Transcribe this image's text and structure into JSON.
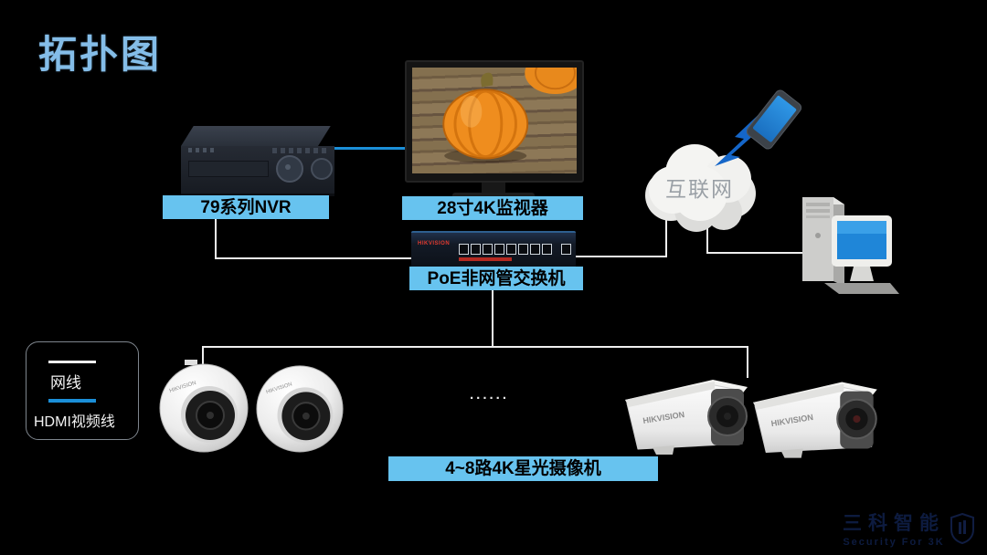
{
  "title": "拓扑图",
  "labels": {
    "nvr": "79系列NVR",
    "monitor": "28寸4K监视器",
    "switch": "PoE非网管交换机",
    "cameras": "4~8路4K星光摄像机"
  },
  "cloud": {
    "label": "互联网"
  },
  "legend": {
    "network_cable": "网线",
    "hdmi_cable": "HDMI视频线"
  },
  "brand": "HIKVISION",
  "ellipsis": "......",
  "watermark": {
    "line1": "三科智能",
    "line2": "Security For 3K"
  },
  "colors": {
    "background": "#000000",
    "title": "#84bde8",
    "label_bg": "#67c3ef",
    "label_text": "#000000",
    "network_line": "#efefef",
    "hdmi_line": "#1b8fd8",
    "watermark": "#0d1b3f"
  }
}
